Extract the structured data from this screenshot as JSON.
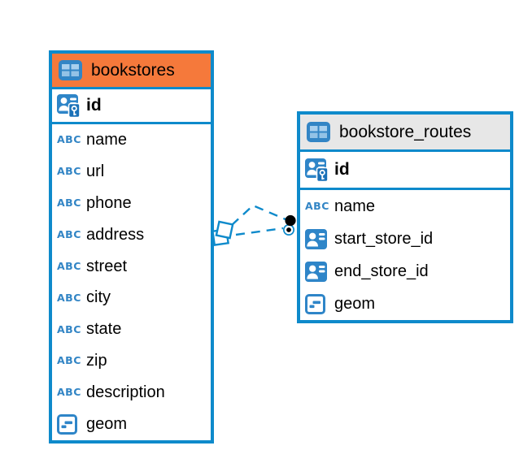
{
  "icons": {
    "text_glyph": "ABC"
  },
  "colors": {
    "accent_blue": "#0e8acb",
    "icon_blue": "#3285c5",
    "bookstores_header": "#f5793b",
    "routes_header": "#e7e7e7",
    "relation_line": "#0e8acb"
  },
  "tables": {
    "bookstores": {
      "title": "bookstores",
      "primary_key": "id",
      "columns": [
        {
          "name": "name",
          "icon": "text-icon"
        },
        {
          "name": "url",
          "icon": "text-icon"
        },
        {
          "name": "phone",
          "icon": "text-icon"
        },
        {
          "name": "address",
          "icon": "text-icon"
        },
        {
          "name": "street",
          "icon": "text-icon"
        },
        {
          "name": "city",
          "icon": "text-icon"
        },
        {
          "name": "state",
          "icon": "text-icon"
        },
        {
          "name": "zip",
          "icon": "text-icon"
        },
        {
          "name": "description",
          "icon": "text-icon"
        },
        {
          "name": "geom",
          "icon": "geometry-icon"
        }
      ]
    },
    "bookstore_routes": {
      "title": "bookstore_routes",
      "primary_key": "id",
      "columns": [
        {
          "name": "name",
          "icon": "text-icon"
        },
        {
          "name": "start_store_id",
          "icon": "reference-icon"
        },
        {
          "name": "end_store_id",
          "icon": "reference-icon"
        },
        {
          "name": "geom",
          "icon": "geometry-icon"
        }
      ]
    }
  },
  "relations": [
    {
      "from_table": "bookstores",
      "to_table": "bookstore_routes",
      "line_style": "dashed"
    },
    {
      "from_table": "bookstores",
      "to_table": "bookstore_routes",
      "line_style": "dashed"
    }
  ]
}
